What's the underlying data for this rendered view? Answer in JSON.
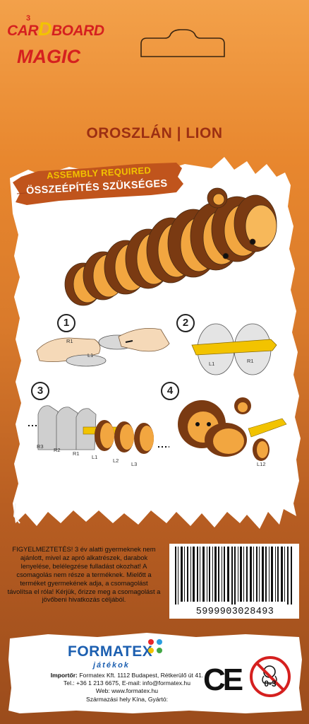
{
  "brand": {
    "logo_line1_a": "CAR",
    "logo_line1_d": "D",
    "logo_line1_b": "BOARD",
    "logo_superscript": "3",
    "logo_line2": "MAGIC"
  },
  "product_title": "OROSZLÁN | LION",
  "ribbon": {
    "line1": "ASSEMBLY REQUIRED",
    "line2": "ÖSSZEÉPÍTÉS SZÜKSÉGES"
  },
  "steps": {
    "s1": {
      "num": "1",
      "label_r1": "R1",
      "label_l1": "L1"
    },
    "s2": {
      "num": "2",
      "label_l1": "L1",
      "label_r1": "R1"
    },
    "s3": {
      "num": "3",
      "labels": [
        "R3",
        "R2",
        "R1",
        "L1",
        "L2",
        "L3"
      ]
    },
    "s4": {
      "num": "4",
      "label_l12": "L12"
    }
  },
  "warning": "FIGYELMEZTETÉS! 3 év alatti gyermeknek nem ajánlott, mivel az apró alkatrészek, darabok lenyelése, belélegzése fulladást okozhat! A csomagolás nem része a terméknek. Mielőtt a terméket gyermekének adja, a csomagolást távolítsa el róla! Kérjük, őrizze meg a csomagolást a jövőbeni hivatkozás céljából.",
  "barcode": "5999903028493",
  "distributor": {
    "name": "FORMATEX",
    "sub": "játékok",
    "importer_label": "Importőr:",
    "importer_text": "Formatex Kft. 1112 Budapest, Rétkerülő út 41.",
    "contact": "Tel.: +36 1 213 6675, E-mail: info@formatex.hu",
    "web": "Web: www.formatex.hu",
    "origin": "Származási hely Kína, Gyártó:"
  },
  "marks": {
    "ce": "CE",
    "age": "0-3"
  },
  "colors": {
    "title": "#9c2f13",
    "ribbon": "#c0541c",
    "ribbon_text": "#f2c300",
    "logo_red": "#d5201f",
    "formatex_blue": "#1c5fb0"
  }
}
